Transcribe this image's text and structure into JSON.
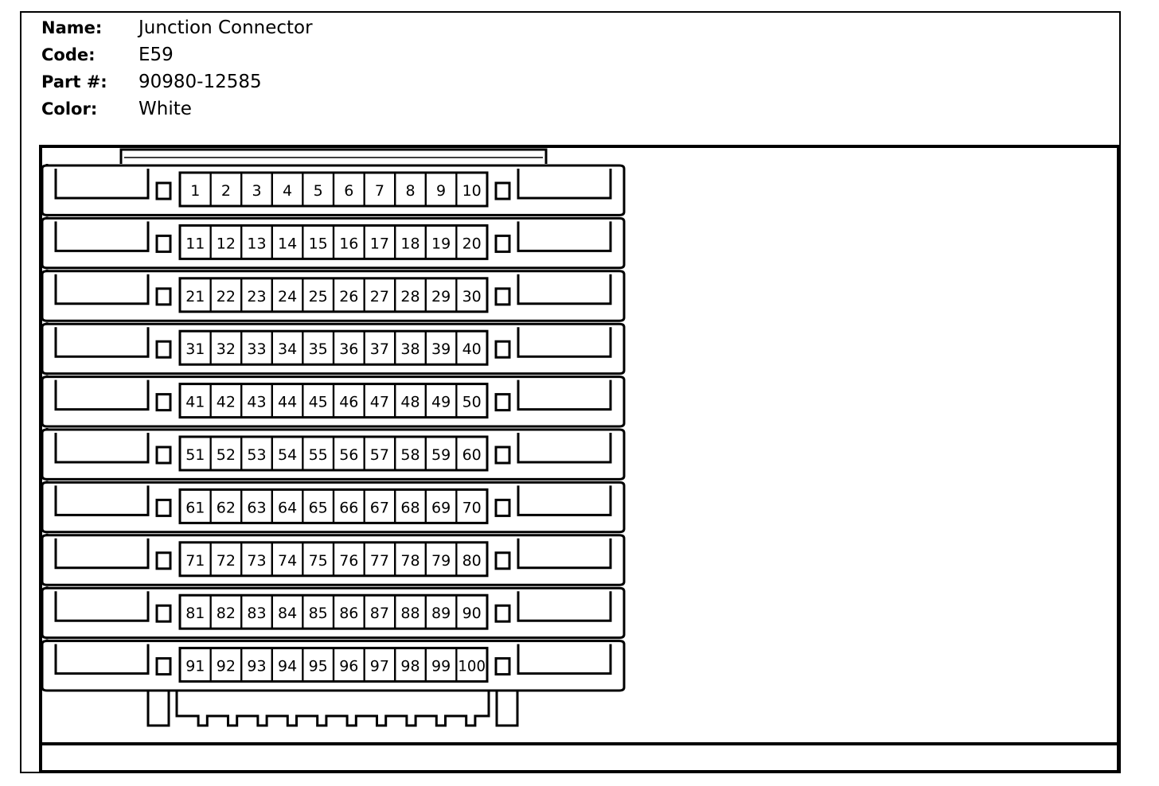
{
  "info": {
    "name_label": "Name:",
    "name_value": "Junction Connector",
    "code_label": "Code:",
    "code_value": "E59",
    "part_label": "Part #:",
    "part_value": "90980-12585",
    "color_label": "Color:",
    "color_value": "White"
  },
  "connector": {
    "rows": 10,
    "pins_per_row": 10,
    "pins": [
      "1",
      "2",
      "3",
      "4",
      "5",
      "6",
      "7",
      "8",
      "9",
      "10",
      "11",
      "12",
      "13",
      "14",
      "15",
      "16",
      "17",
      "18",
      "19",
      "20",
      "21",
      "22",
      "23",
      "24",
      "25",
      "26",
      "27",
      "28",
      "29",
      "30",
      "31",
      "32",
      "33",
      "34",
      "35",
      "36",
      "37",
      "38",
      "39",
      "40",
      "41",
      "42",
      "43",
      "44",
      "45",
      "46",
      "47",
      "48",
      "49",
      "50",
      "51",
      "52",
      "53",
      "54",
      "55",
      "56",
      "57",
      "58",
      "59",
      "60",
      "61",
      "62",
      "63",
      "64",
      "65",
      "66",
      "67",
      "68",
      "69",
      "70",
      "71",
      "72",
      "73",
      "74",
      "75",
      "76",
      "77",
      "78",
      "79",
      "80",
      "81",
      "82",
      "83",
      "84",
      "85",
      "86",
      "87",
      "88",
      "89",
      "90",
      "91",
      "92",
      "93",
      "94",
      "95",
      "96",
      "97",
      "98",
      "99",
      "100"
    ]
  }
}
